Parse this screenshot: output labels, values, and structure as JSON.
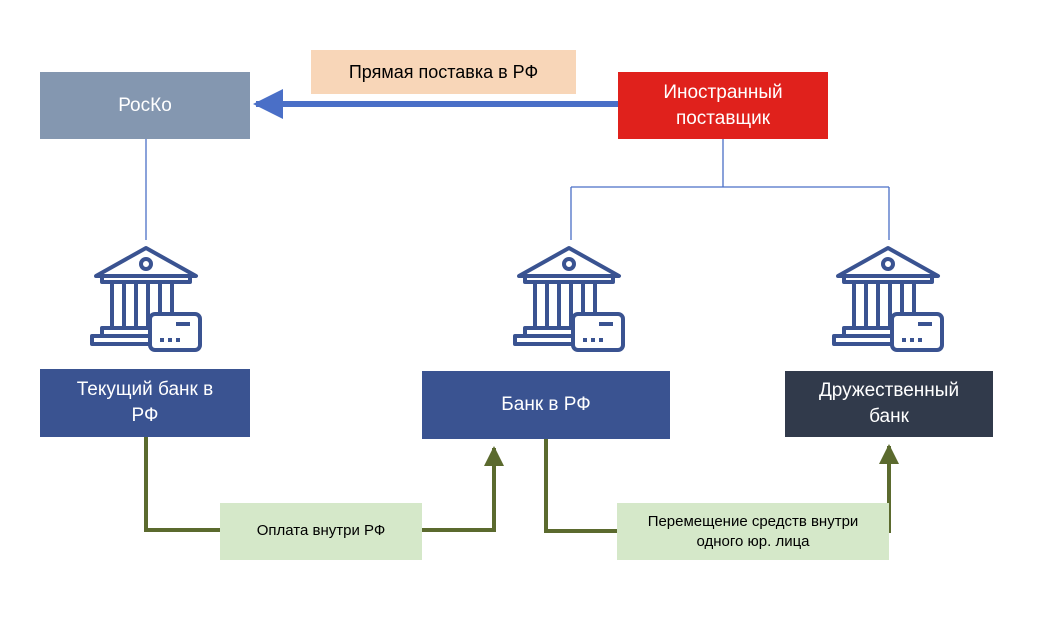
{
  "nodes": {
    "rosko": {
      "label": "РосКо"
    },
    "foreign_supplier": {
      "label_line1": "Иностранный",
      "label_line2": "поставщик"
    },
    "current_bank": {
      "label_line1": "Текущий банк в",
      "label_line2": "РФ"
    },
    "bank_rf": {
      "label": "Банк в РФ"
    },
    "friendly_bank": {
      "label_line1": "Дружественный",
      "label_line2": "банк"
    }
  },
  "edges": {
    "direct_supply": {
      "label": "Прямая поставка в РФ"
    },
    "payment_inside": {
      "label": "Оплата внутри РФ"
    },
    "funds_transfer": {
      "label_line1": "Перемещение средств внутри",
      "label_line2": "одного юр. лица"
    }
  },
  "icons": [
    "bank-card-icon",
    "bank-card-icon",
    "bank-card-icon"
  ],
  "colors": {
    "rosko_fill": "#8497b0",
    "foreign_fill": "#e0211c",
    "direct_label_fill": "#f8d6b8",
    "bank_fill": "#3a5391",
    "friendly_fill": "#313a4b",
    "flow_label_fill": "#d5e8c9",
    "icon_color": "#3a5391",
    "connector_color": "#4a6fc7",
    "flow_arrow_color": "#5b6a2e"
  }
}
